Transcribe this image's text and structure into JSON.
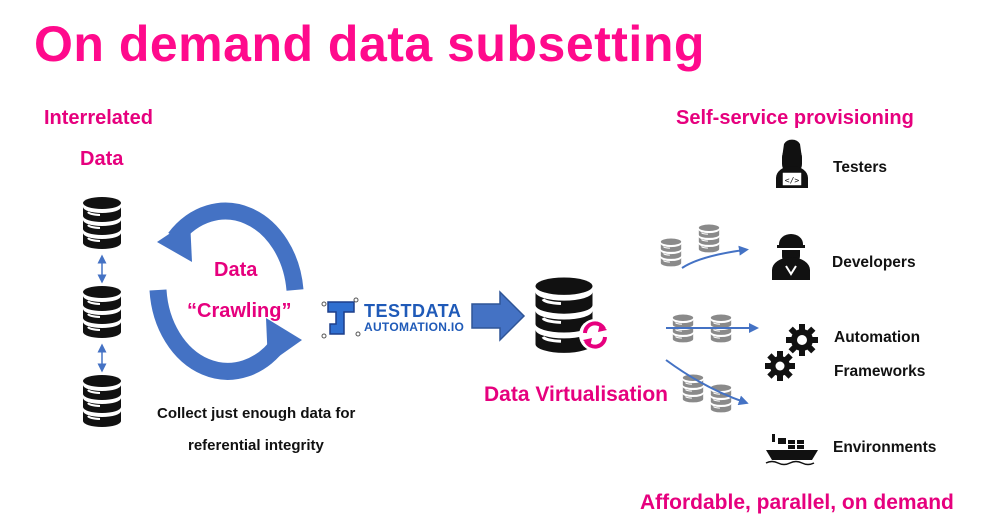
{
  "title": "On demand data subsetting",
  "left": {
    "heading_line1": "Interrelated",
    "heading_line2": "Data"
  },
  "crawl": {
    "label_line1": "Data",
    "label_line2": "“Crawling”"
  },
  "caption": {
    "line1": "Collect just enough data for",
    "line2": "referential integrity"
  },
  "logo": {
    "line1": "TESTDATA",
    "line2": "AUTOMATION.IO"
  },
  "virtualisation": {
    "label": "Data Virtualisation"
  },
  "right": {
    "heading": "Self-service provisioning",
    "consumers": [
      {
        "label": "Testers",
        "icon": "tester-icon"
      },
      {
        "label": "Developers",
        "icon": "developer-icon"
      },
      {
        "label": "Automation",
        "label2": "Frameworks",
        "icon": "gears-icon"
      },
      {
        "label": "Environments",
        "icon": "ship-icon"
      }
    ],
    "footer": "Affordable, parallel, on demand"
  },
  "colors": {
    "accent": "#e6007e",
    "title": "#ff0a8c",
    "arrow_blue": "#4472c4",
    "db_gray": "#8a8a8a",
    "db_black": "#111111"
  }
}
